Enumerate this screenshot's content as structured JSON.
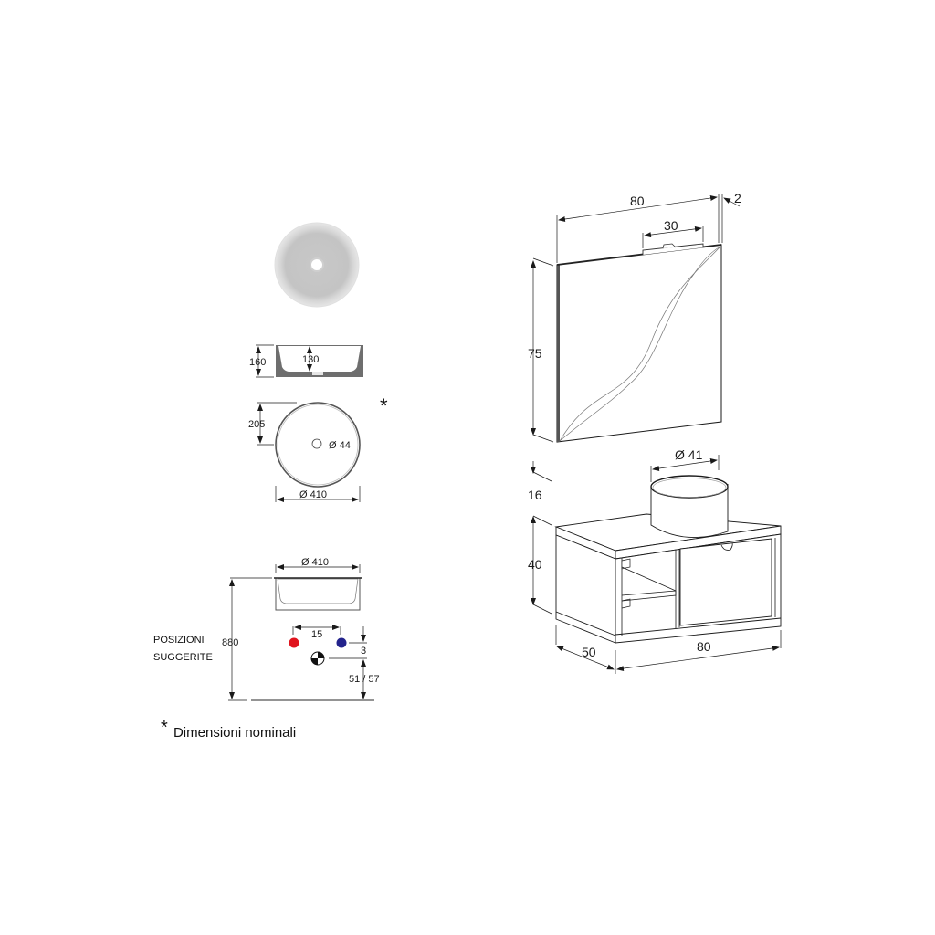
{
  "basin": {
    "section_height": "160",
    "inner_depth": "130",
    "radius_offset": "205",
    "drain_diameter": "Ø 44",
    "diameter_top": "Ø 410",
    "diameter_side": "Ø 410",
    "install_height": "880",
    "tap_spacing": "15",
    "tap_offset": "3",
    "drain_height": "51 / 57",
    "positions_line1": "POSIZIONI",
    "positions_line2": "SUGGERITE",
    "nominal_star": "*"
  },
  "mirror": {
    "width": "80",
    "depth": "2",
    "lamp_width": "30",
    "height": "75"
  },
  "cabinet": {
    "basin_diameter": "Ø 41",
    "basin_height": "16",
    "height": "40",
    "depth": "50",
    "width": "80"
  },
  "footnote": {
    "star": "*",
    "text": "Dimensioni nominali"
  },
  "colors": {
    "hot_tap": "#e0141e",
    "cold_tap": "#23238c",
    "basin_grey": "#6e6e6e",
    "line": "#1a1a1a"
  }
}
